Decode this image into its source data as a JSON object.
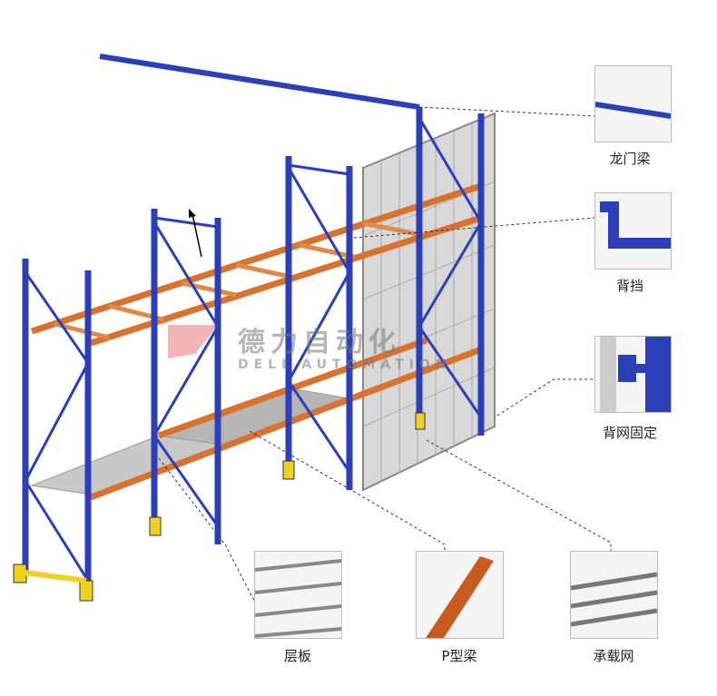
{
  "callouts": [
    {
      "label": "龙门梁"
    },
    {
      "label": "背挡"
    },
    {
      "label": "背网固定"
    },
    {
      "label": "层板"
    },
    {
      "label": "P型梁"
    },
    {
      "label": "承载网"
    }
  ],
  "watermark": {
    "cn": "德力自动化",
    "en": "DELI AUTOMATION"
  },
  "colors": {
    "upright": "#2a3fb8",
    "beam": "#d9722e",
    "mesh": "#9a9a9a"
  }
}
